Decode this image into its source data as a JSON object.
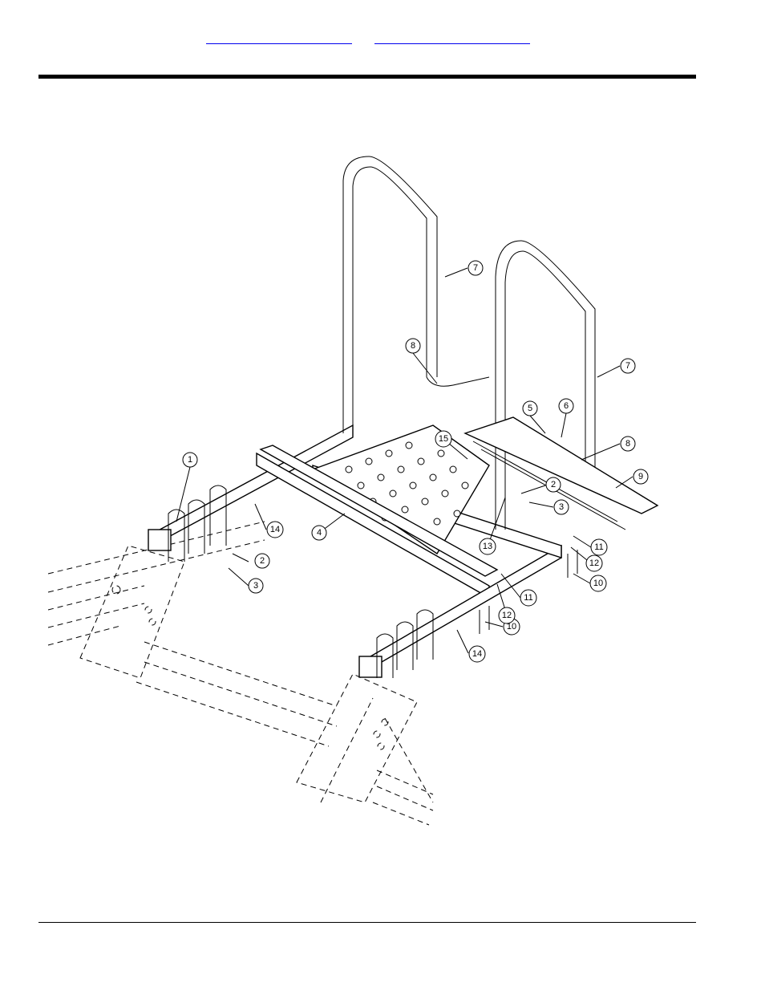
{
  "header": {
    "link_left": "",
    "link_right": ""
  },
  "callouts": [
    {
      "label": "1"
    },
    {
      "label": "2"
    },
    {
      "label": "3"
    },
    {
      "label": "4"
    },
    {
      "label": "5"
    },
    {
      "label": "6"
    },
    {
      "label": "7"
    },
    {
      "label": "7"
    },
    {
      "label": "8"
    },
    {
      "label": "8"
    },
    {
      "label": "9"
    },
    {
      "label": "10"
    },
    {
      "label": "10"
    },
    {
      "label": "11"
    },
    {
      "label": "11"
    },
    {
      "label": "12"
    },
    {
      "label": "12"
    },
    {
      "label": "13"
    },
    {
      "label": "14"
    },
    {
      "label": "14"
    },
    {
      "label": "15"
    },
    {
      "label": "2"
    },
    {
      "label": "3"
    }
  ]
}
